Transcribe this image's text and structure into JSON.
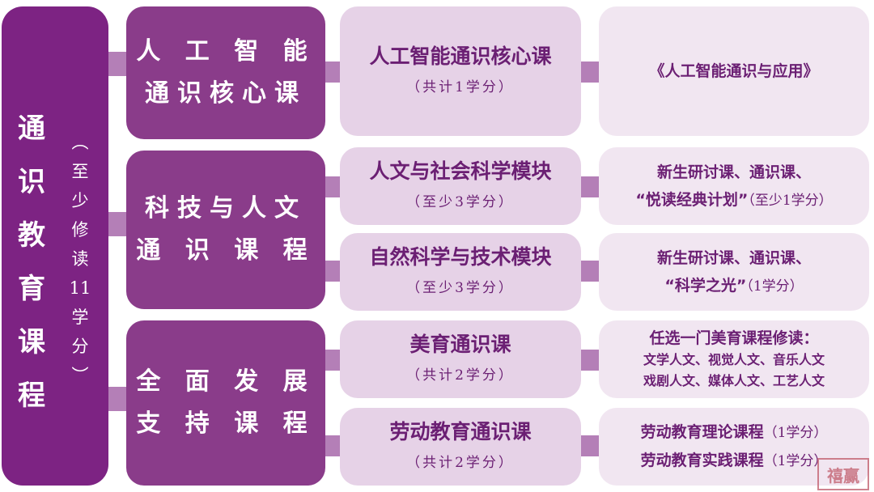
{
  "root": {
    "title_chars": [
      "通",
      "识",
      "教",
      "育",
      "课",
      "程"
    ],
    "note_chars": [
      "︵",
      "至",
      "少",
      "修",
      "读",
      "11",
      "学",
      "分",
      "︶"
    ]
  },
  "categories": [
    {
      "label": "人 工 智 能\n通识核心课",
      "modules": [
        {
          "title": "人工智能通识核心课",
          "credit": "（共计1学分）",
          "detail_lines": [
            "《人工智能通识与应用》"
          ]
        }
      ]
    },
    {
      "label": "科技与人文\n通 识 课 程",
      "modules": [
        {
          "title": "人文与社会科学模块",
          "credit": "（至少3学分）",
          "detail_lines": [
            "新生研讨课、通识课、",
            "“悦读经典计划”"
          ],
          "detail_paren": "（至少1学分）"
        },
        {
          "title": "自然科学与技术模块",
          "credit": "（至少3学分）",
          "detail_lines": [
            "新生研讨课、通识课、",
            "“科学之光”"
          ],
          "detail_paren": "（1学分）"
        }
      ]
    },
    {
      "label": "全 面 发 展\n支 持 课 程",
      "modules": [
        {
          "title": "美育通识课",
          "credit": "（共计2学分）",
          "detail_lines": [
            "任选一门美育课程修读：",
            "文学人文、视觉人文、音乐人文",
            "戏剧人文、媒体人文、工艺人文"
          ]
        },
        {
          "title": "劳动教育通识课",
          "credit": "（共计2学分）",
          "detail_lines": [
            "劳动教育理论课程",
            "劳动教育实践课程"
          ],
          "detail_paren": "（1学分）"
        }
      ]
    }
  ],
  "watermark": "禧赢",
  "colors": {
    "dark": "#7d2383",
    "mid": "#8a3c8a",
    "light": "#e6d2e7",
    "pale": "#f1e6f1",
    "connector": "#b47fb7"
  }
}
